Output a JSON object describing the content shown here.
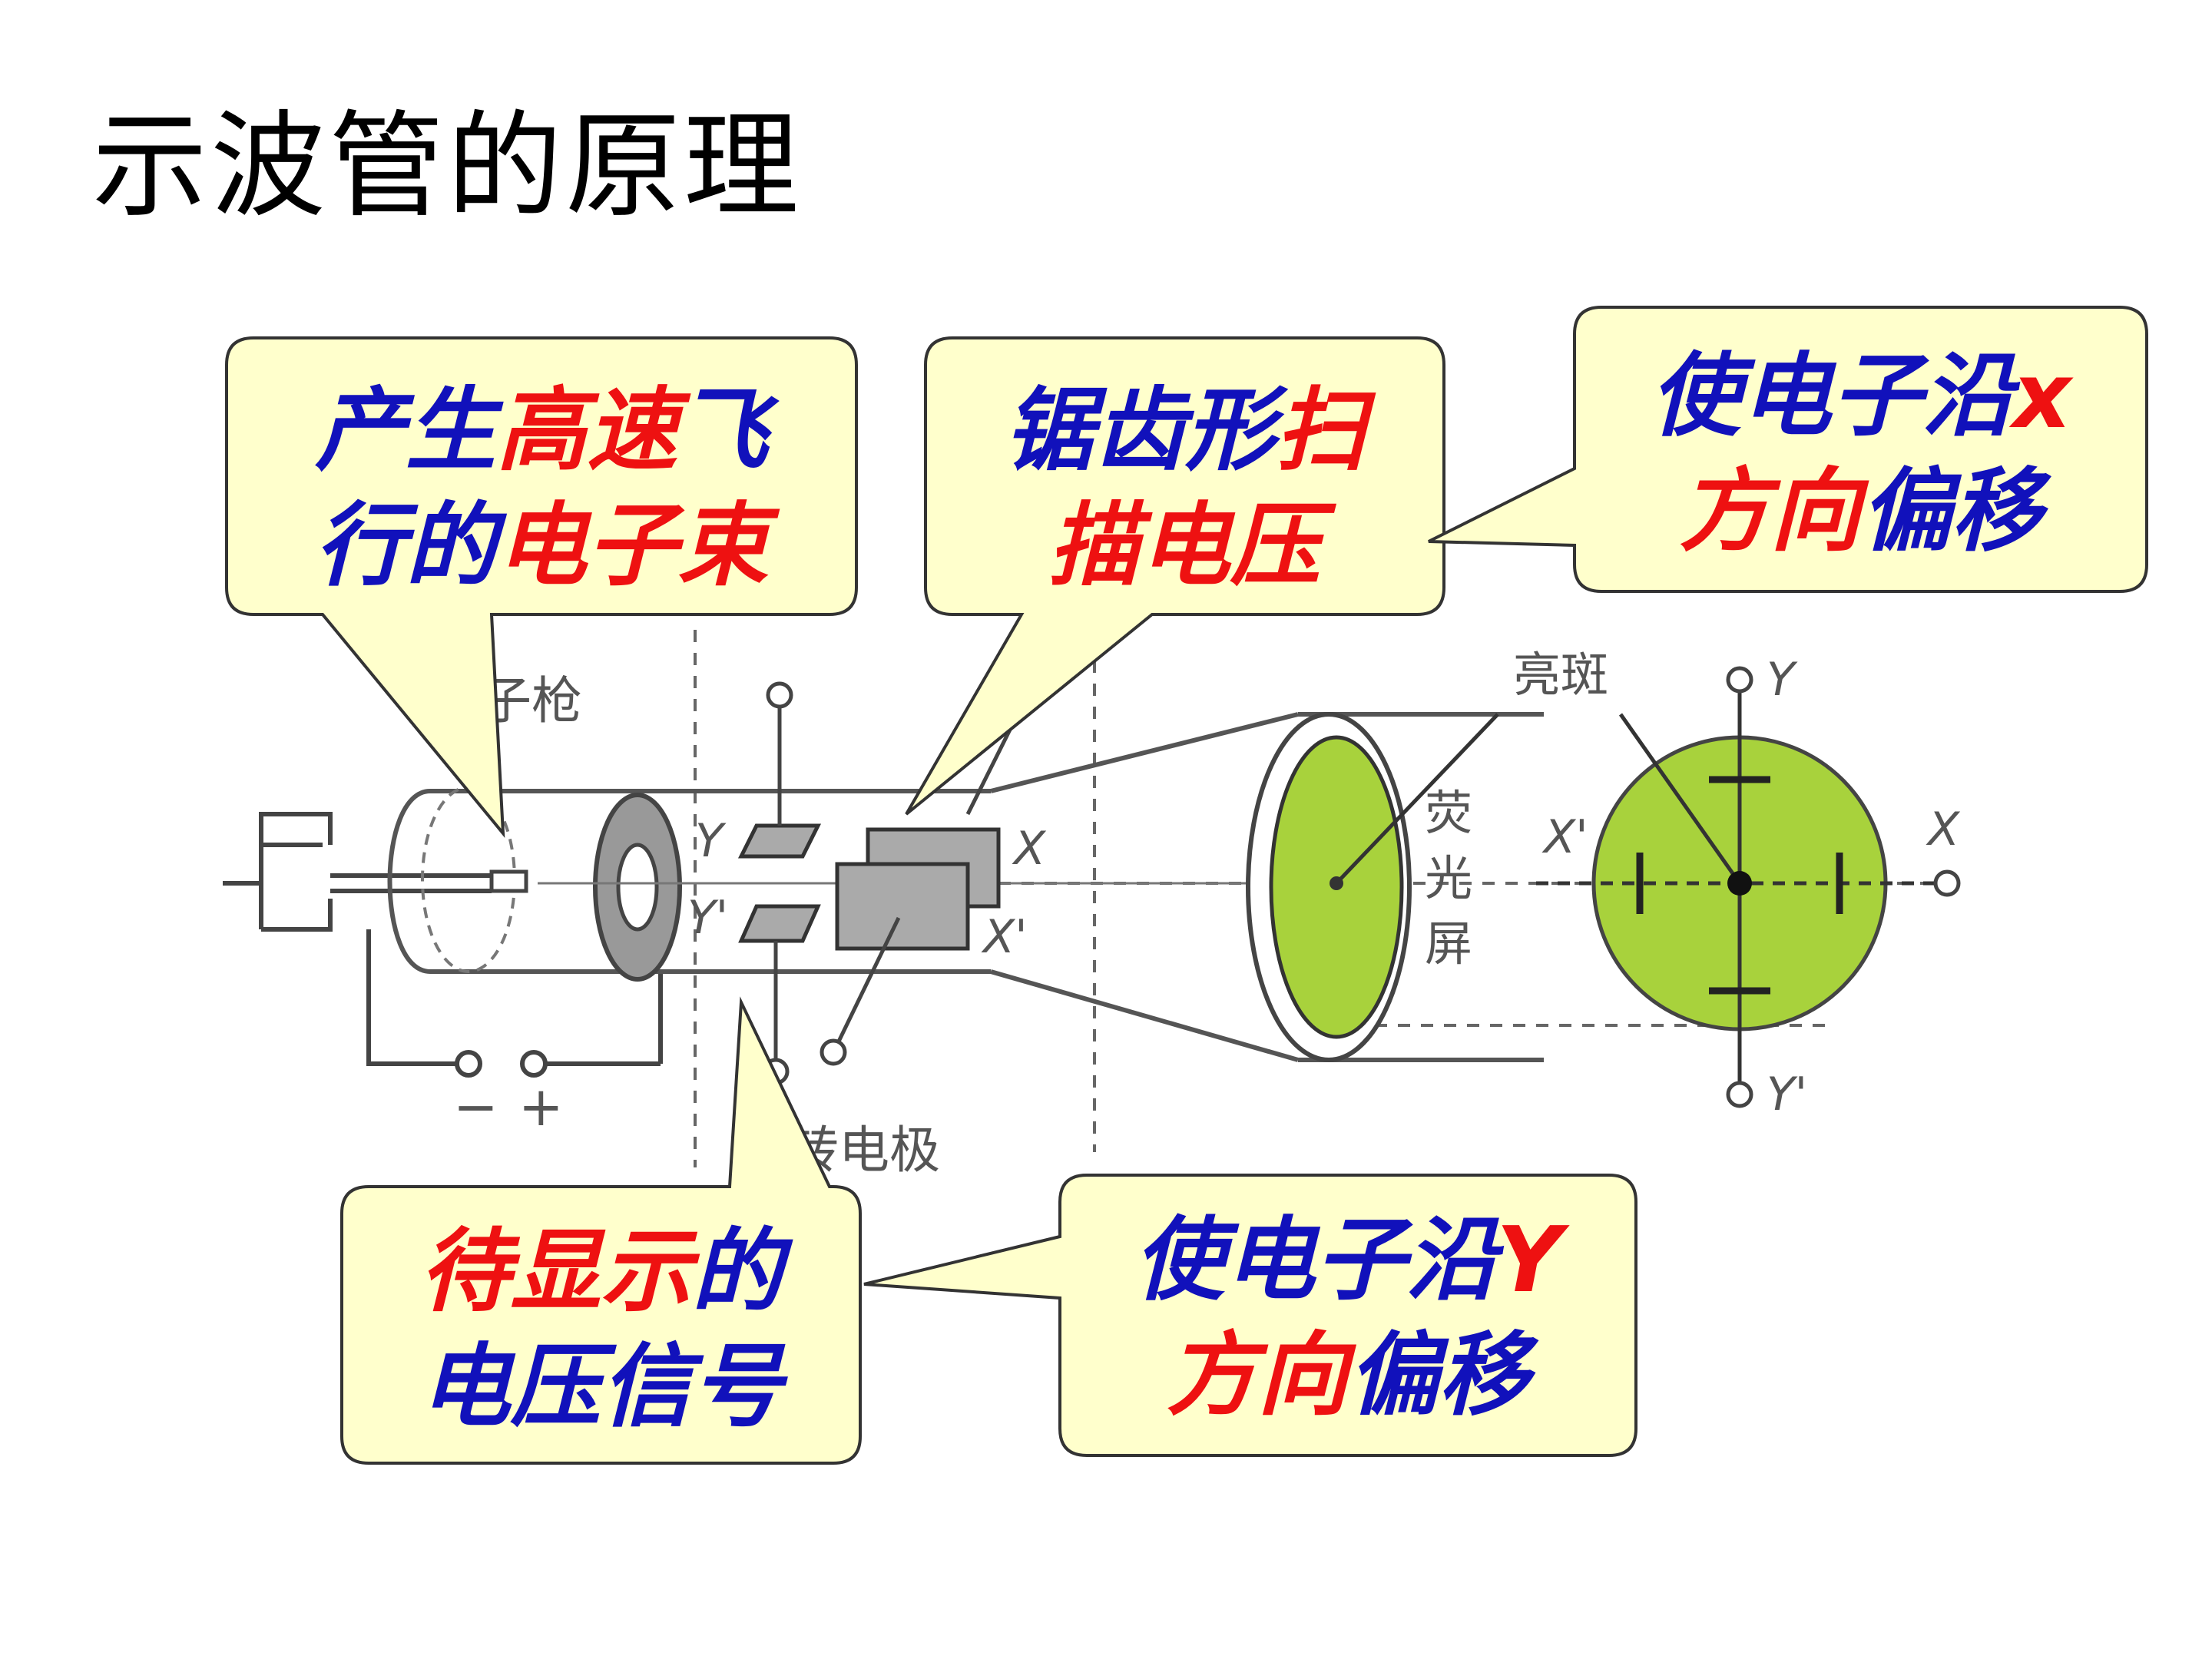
{
  "title": "示波管的原理",
  "colors": {
    "bubble_fill": "#ffffcc",
    "blue": "#1111bb",
    "red": "#ee1111",
    "screen_green": "#a8d23c"
  },
  "bubbles": {
    "gun": {
      "line1_a": "产生",
      "line1_b": "高速",
      "line1_c": "飞",
      "line2_a": "行的",
      "line2_b": "电子束"
    },
    "sweep": {
      "line1_a": "锯齿形",
      "line1_b": "扫",
      "line2": "描电压"
    },
    "x_dir": {
      "line1_a": "使电子沿",
      "line1_b": "x",
      "line2_a": "方向",
      "line2_b": "偏移"
    },
    "signal": {
      "line1_a": "待显示",
      "line1_b": "的",
      "line2": "电压信号"
    },
    "y_dir": {
      "line1_a": "使电子沿",
      "line1_b": "Y",
      "line2_a": "方向",
      "line2_b": "偏移"
    }
  },
  "diagram_labels": {
    "gun": "电子枪",
    "deflect": "偏转电极",
    "spot": "亮斑",
    "screen_1": "荧",
    "screen_2": "光",
    "screen_3": "屏",
    "minus": "−",
    "plus": "+",
    "Y": "Y",
    "Yp": "Y'",
    "X": "X",
    "Xp": "X'"
  }
}
